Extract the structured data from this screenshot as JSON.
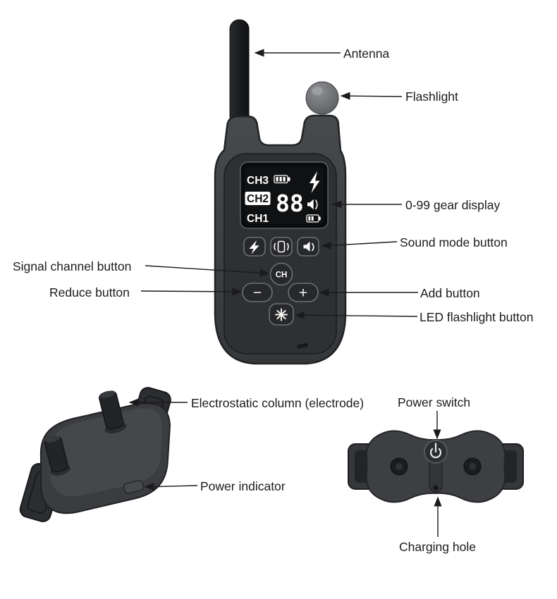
{
  "annotations": {
    "antenna": "Antenna",
    "flashlight": "Flashlight",
    "gear_display": "0-99 gear display",
    "sound_mode": "Sound mode button",
    "signal_channel": "Signal channel button",
    "reduce": "Reduce button",
    "add": "Add button",
    "led_flashlight": "LED flashlight button",
    "electrostatic_column": "Electrostatic column (electrode)",
    "power_switch": "Power switch",
    "power_indicator": "Power indicator",
    "charging_hole": "Charging hole"
  },
  "remote": {
    "display": {
      "ch3": "CH3",
      "ch2": "CH2",
      "ch1": "CH1",
      "value": "88"
    },
    "buttons": {
      "channel": "CH",
      "minus": "−",
      "plus": "+"
    }
  },
  "icons": {
    "lightning": "⚡",
    "speaker": "speaker-with-waves",
    "vibration": "vibrate-motor",
    "light": "✳",
    "battery_full": "battery-full",
    "battery_low": "battery-low",
    "power": "⏻"
  },
  "colors": {
    "background": "#ffffff",
    "device_body": "#3d3f42",
    "device_panel": "#2e3134",
    "screen": "#0e0f11",
    "screen_text": "#ffffff",
    "label_text": "#1b1b1b"
  }
}
